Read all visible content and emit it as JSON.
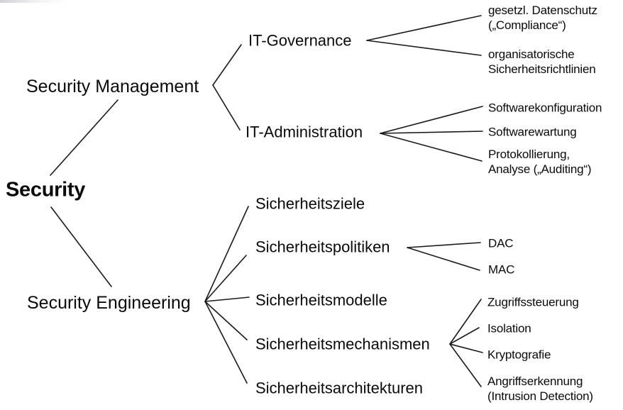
{
  "tree": {
    "root": {
      "label": "Security"
    },
    "branches": [
      {
        "label": "Security Management",
        "children": [
          {
            "label": "IT-Governance",
            "leaves": [
              "gesetzl. Datenschutz\n(„Compliance“)",
              "organisatorische\nSicherheitsrichtlinien"
            ]
          },
          {
            "label": "IT-Administration",
            "leaves": [
              "Softwarekonfiguration",
              "Softwarewartung",
              "Protokollierung,\nAnalyse („Auditing“)"
            ]
          }
        ]
      },
      {
        "label": "Security Engineering",
        "children": [
          {
            "label": "Sicherheitsziele",
            "leaves": []
          },
          {
            "label": "Sicherheitspolitiken",
            "leaves": [
              "DAC",
              "MAC"
            ]
          },
          {
            "label": "Sicherheitsmodelle",
            "leaves": []
          },
          {
            "label": "Sicherheitsmechanismen",
            "leaves": [
              "Zugriffssteuerung",
              "Isolation",
              "Kryptografie",
              "Angriffserkennung\n(Intrusion Detection)"
            ]
          },
          {
            "label": "Sicherheitsarchitekturen",
            "leaves": []
          }
        ]
      }
    ]
  },
  "colors": {
    "background": "#ffffff",
    "line": "#1a1a1a",
    "text": "#0a0a0a"
  }
}
